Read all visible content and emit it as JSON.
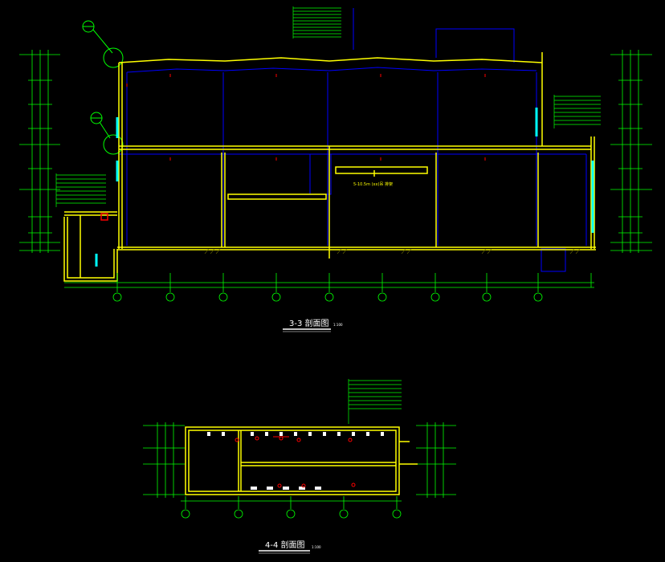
{
  "sections": [
    {
      "title": "3-3 剖面图",
      "scale": "1:100"
    },
    {
      "title": "4-4 剖面图",
      "scale": "1:100"
    }
  ],
  "annotations": {
    "beam_note": "5-10.5m (xx)吊 排架"
  },
  "colors": {
    "background": "#000000",
    "wall": "#ffff00",
    "structure": "#0000ff",
    "dimension": "#00ff00",
    "glazing": "#00ffff",
    "marker": "#ff0000",
    "text": "#ffffff"
  }
}
